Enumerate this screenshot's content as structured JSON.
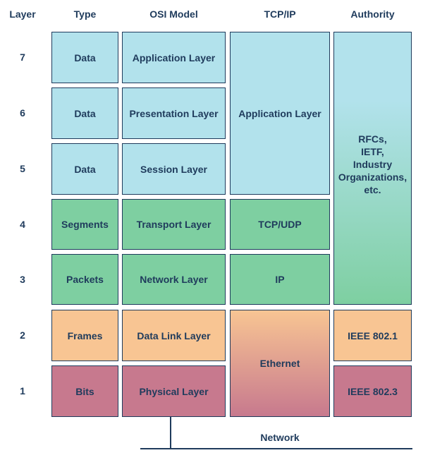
{
  "headers": {
    "layer": "Layer",
    "type": "Type",
    "osi": "OSI Model",
    "tcpip": "TCP/IP",
    "authority": "Authority"
  },
  "layers": [
    "7",
    "6",
    "5",
    "4",
    "3",
    "2",
    "1"
  ],
  "types": [
    "Data",
    "Data",
    "Data",
    "Segments",
    "Packets",
    "Frames",
    "Bits"
  ],
  "osi": [
    "Application Layer",
    "Presentation Layer",
    "Session Layer",
    "Transport Layer",
    "Network Layer",
    "Data Link Layer",
    "Physical Layer"
  ],
  "tcpip": {
    "application": "Application Layer",
    "transport": "TCP/UDP",
    "internet": "IP",
    "link": "Ethernet"
  },
  "authority": {
    "upper": "RFCs,\nIETF,\nIndustry\nOrganizations,\netc.",
    "data_link": "IEEE 802.1",
    "physical": "IEEE 802.3"
  },
  "network_label": "Network",
  "colors": {
    "border": "#1f3b5c",
    "data": "#b2e2ec",
    "segments": "#7ecfa1",
    "frames": "#f8c593",
    "bits": "#c7798e"
  }
}
